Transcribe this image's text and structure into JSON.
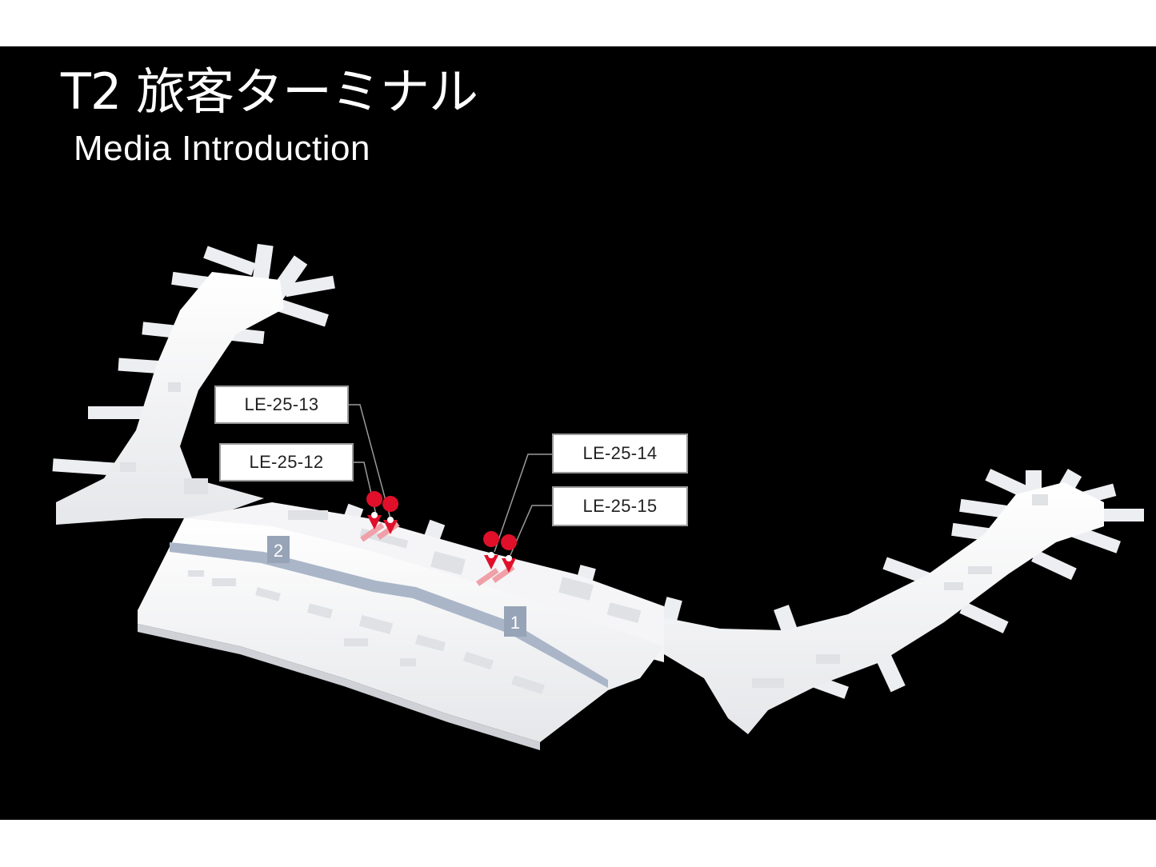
{
  "header": {
    "title": "T2 旅客ターミナル",
    "subtitle": "Media Introduction"
  },
  "map": {
    "gates": [
      "2",
      "1"
    ],
    "labels": [
      "LE-25-13",
      "LE-25-12",
      "LE-25-14",
      "LE-25-15"
    ]
  },
  "colors": {
    "background": "#000000",
    "building": "#f2f2f4",
    "walkway": "#aab6c8",
    "pin": "#e0102a",
    "label_border": "#9a9a9a"
  },
  "icons": [
    "location-pin-icon"
  ]
}
